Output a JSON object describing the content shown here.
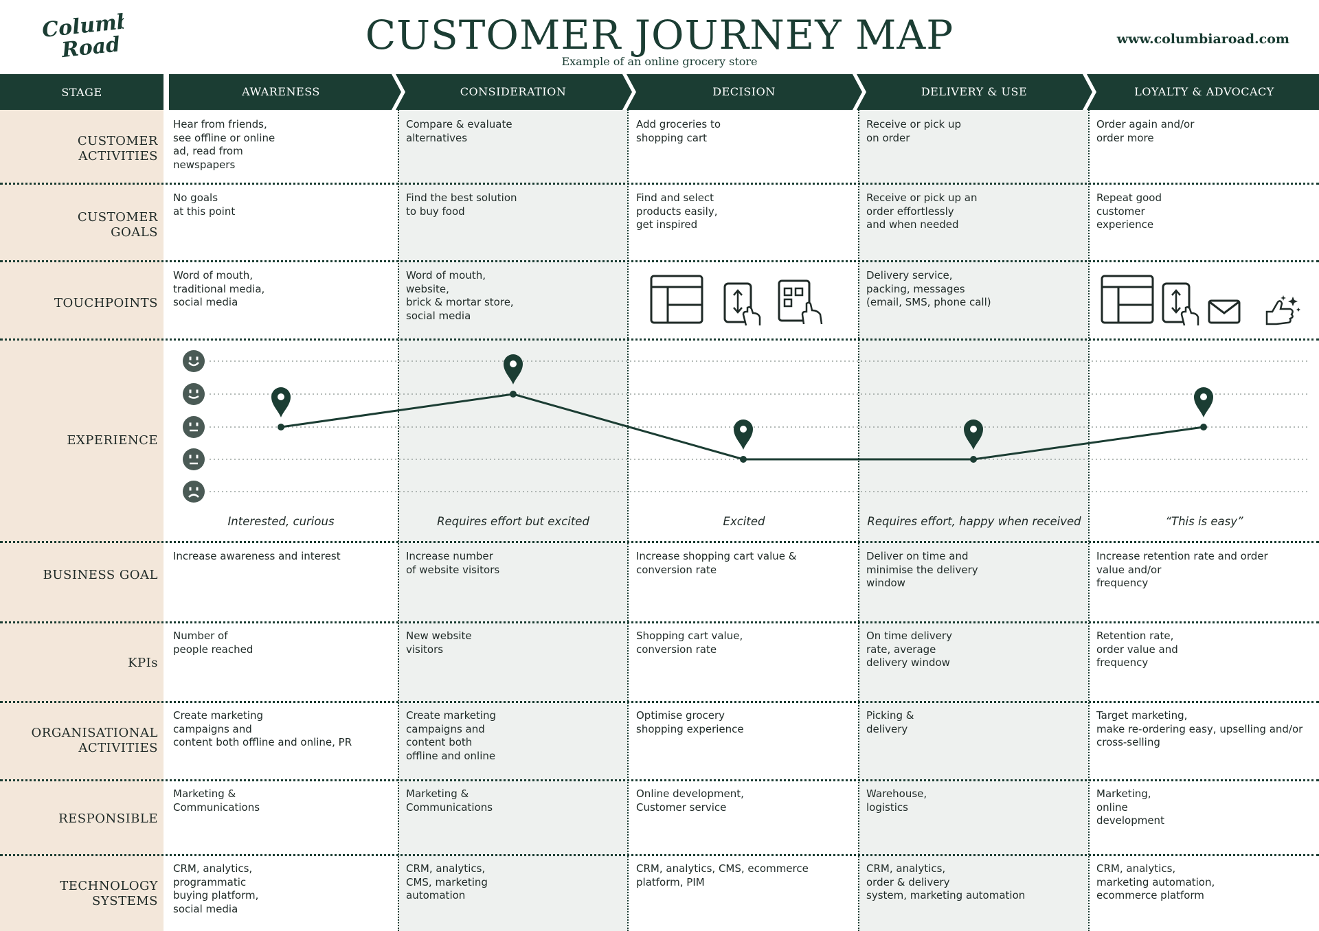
{
  "header": {
    "title": "CUSTOMER JOURNEY MAP",
    "subtitle": "Example of an online grocery store",
    "website": "www.columbiaroad.com",
    "logo_text": "Columbia Road"
  },
  "stage_label": "STAGE",
  "stages": [
    "AWARENESS",
    "CONSIDERATION",
    "DECISION",
    "DELIVERY & USE",
    "LOYALTY  & ADVOCACY"
  ],
  "rows": {
    "customer_activities": {
      "label": "CUSTOMER\nACTIVITIES",
      "cells": [
        "Hear from friends,\nsee offline or online\nad, read from\nnewspapers",
        "Compare & evaluate\nalternatives",
        "Add groceries to\nshopping cart",
        "Receive or pick up\non order",
        "Order again and/or\norder more"
      ]
    },
    "customer_goals": {
      "label": "CUSTOMER\nGOALS",
      "cells": [
        "No goals\nat this point",
        "Find the best solution\nto buy food",
        "Find and select\nproducts easily,\nget inspired",
        "Receive or pick up an\norder effortlessly\nand when needed",
        "Repeat good\ncustomer\nexperience"
      ]
    },
    "touchpoints": {
      "label": "TOUCHPOINTS",
      "cells": [
        "Word of mouth,\ntraditional media,\nsocial media",
        "Word of mouth,\nwebsite,\nbrick & mortar store,\nsocial media",
        "",
        "Delivery service,\npacking, messages\n(email, SMS, phone call)",
        ""
      ]
    },
    "experience": {
      "label": "EXPERIENCE",
      "captions": [
        "Interested, curious",
        "Requires effort but excited",
        "Excited",
        "Requires effort, happy when received",
        "“This is easy”"
      ]
    },
    "business_goal": {
      "label": "BUSINESS GOAL",
      "cells": [
        "Increase awareness and interest",
        "Increase number\nof website visitors",
        "Increase shopping cart value &\nconversion rate",
        "Deliver on time and\nminimise the delivery\nwindow",
        "Increase retention rate and order\nvalue and/or\nfrequency"
      ]
    },
    "kpis": {
      "label": "KPIs",
      "cells": [
        "Number of\npeople reached",
        "New website\nvisitors",
        "Shopping cart value,\nconversion rate",
        "On time delivery\nrate, average\ndelivery window",
        "Retention rate,\norder value and\nfrequency"
      ]
    },
    "org_activities": {
      "label": "ORGANISATIONAL\nACTIVITIES",
      "cells": [
        "Create marketing\ncampaigns and\ncontent both offline and online, PR",
        "Create marketing\ncampaigns and\ncontent both\noffline and online",
        "Optimise grocery\nshopping experience",
        "Picking &\ndelivery",
        "Target marketing,\nmake re-ordering easy, upselling and/or\ncross-selling"
      ]
    },
    "responsible": {
      "label": "RESPONSIBLE",
      "cells": [
        "Marketing &\nCommunications",
        "Marketing &\nCommunications",
        "Online development,\nCustomer service",
        "Warehouse,\nlogistics",
        "Marketing,\nonline\ndevelopment"
      ]
    },
    "technology": {
      "label": "TECHNOLOGY\nSYSTEMS",
      "cells": [
        "CRM, analytics,\nprogrammatic\nbuying platform,\nsocial media",
        "CRM, analytics,\nCMS, marketing\nautomation",
        "CRM, analytics, CMS, ecommerce\nplatform, PIM",
        "CRM, analytics,\norder & delivery\nsystem, marketing automation",
        "CRM, analytics,\nmarketing automation,\necommerce platform"
      ]
    }
  },
  "touchpoint_icons": {
    "decision": [
      "website-layout-icon",
      "mobile-swipe-icon",
      "app-touch-icon"
    ],
    "loyalty": [
      "website-layout-icon",
      "mobile-swipe-icon",
      "email-icon",
      "thumbs-up-icon"
    ]
  },
  "experience_scale": {
    "levels": [
      "very-happy",
      "happy",
      "neutral",
      "slightly-unhappy",
      "unhappy"
    ],
    "values": [
      3,
      2,
      4,
      4,
      3
    ]
  },
  "colors": {
    "primary": "#1b3d33",
    "label_bg": "#f3e7da",
    "shade_bg": "#eef1ef",
    "face": "#4a5a55"
  }
}
